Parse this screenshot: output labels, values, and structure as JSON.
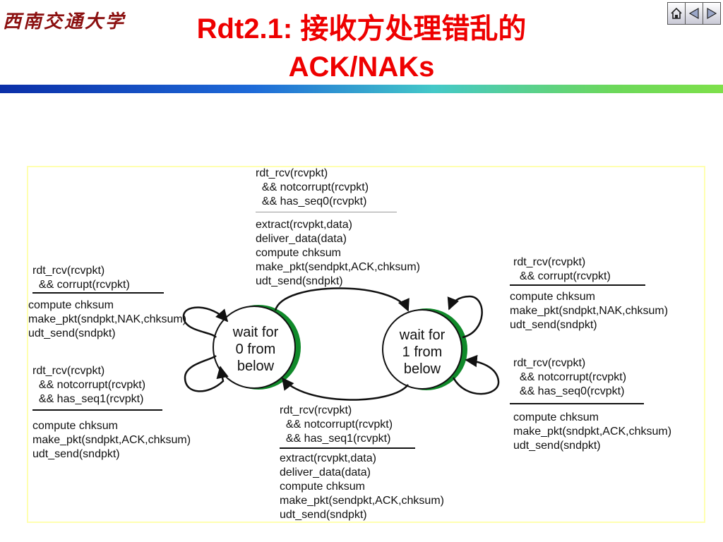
{
  "header": {
    "logo_text": "西南交通大学",
    "title_line1": "Rdt2.1: 接收方处理错乱的",
    "title_line2": "ACK/NAKs"
  },
  "nav": {
    "icons": [
      "home-icon",
      "back-arrow-icon",
      "forward-arrow-icon"
    ]
  },
  "colors": {
    "title": "#ee0000",
    "state_accent": "#108a2a",
    "frame_border": "#ffffb0"
  },
  "diagram": {
    "states": [
      {
        "label": "wait for\n0 from\nbelow"
      },
      {
        "label": "wait for\n1 from\nbelow"
      }
    ],
    "transitions": {
      "top_event": "rdt_rcv(rcvpkt)\n  && notcorrupt(rcvpkt)\n  && has_seq0(rcvpkt)",
      "top_action": "extract(rcvpkt,data)\ndeliver_data(data)\ncompute chksum\nmake_pkt(sendpkt,ACK,chksum)\nudt_send(sndpkt)",
      "left_upper_event": "rdt_rcv(rcvpkt)\n  && corrupt(rcvpkt)",
      "left_upper_action": "compute chksum\nmake_pkt(sndpkt,NAK,chksum)\nudt_send(sndpkt)",
      "left_lower_event": "rdt_rcv(rcvpkt)\n  && notcorrupt(rcvpkt)\n  && has_seq1(rcvpkt)",
      "left_lower_action": "compute chksum\nmake_pkt(sndpkt,ACK,chksum)\nudt_send(sndpkt)",
      "right_upper_event": "rdt_rcv(rcvpkt)\n  && corrupt(rcvpkt)",
      "right_upper_action": "compute chksum\nmake_pkt(sndpkt,NAK,chksum)\nudt_send(sndpkt)",
      "right_lower_event": "rdt_rcv(rcvpkt)\n  && notcorrupt(rcvpkt)\n  && has_seq0(rcvpkt)",
      "right_lower_action": "compute chksum\nmake_pkt(sndpkt,ACK,chksum)\nudt_send(sndpkt)",
      "bottom_event": "rdt_rcv(rcvpkt)\n  && notcorrupt(rcvpkt)\n  && has_seq1(rcvpkt)",
      "bottom_action": "extract(rcvpkt,data)\ndeliver_data(data)\ncompute chksum\nmake_pkt(sendpkt,ACK,chksum)\nudt_send(sndpkt)"
    }
  }
}
